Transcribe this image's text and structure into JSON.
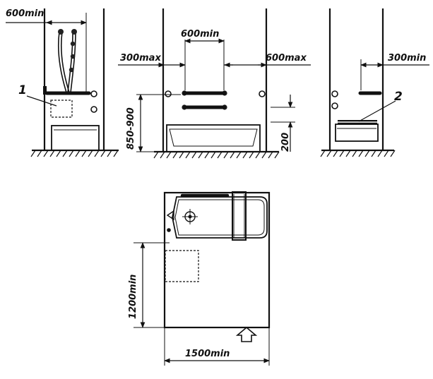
{
  "labels": {
    "top_left_width": "600min",
    "top_mid_width": "600min",
    "top_mid_left_offset": "300max",
    "top_mid_right_offset": "600max",
    "top_mid_rail_height": "850-900",
    "top_mid_rail_spacing": "200",
    "top_right_offset": "300min",
    "callout_1": "1",
    "callout_2": "2",
    "plan_depth": "1200min",
    "plan_width": "1500min"
  }
}
